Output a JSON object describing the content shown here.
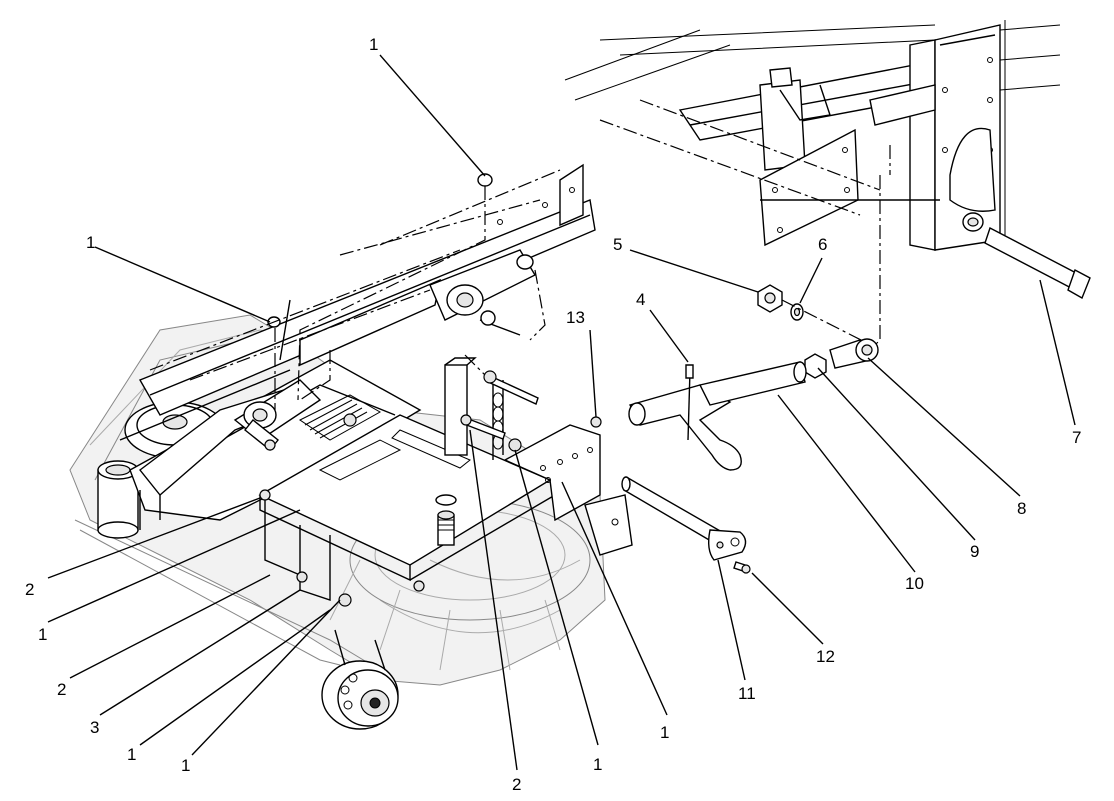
{
  "diagram": {
    "callouts": [
      {
        "id": "c1",
        "text": "1"
      },
      {
        "id": "c2",
        "text": "1"
      },
      {
        "id": "c3",
        "text": "2"
      },
      {
        "id": "c4",
        "text": "1"
      },
      {
        "id": "c5",
        "text": "2"
      },
      {
        "id": "c6",
        "text": "3"
      },
      {
        "id": "c7",
        "text": "1"
      },
      {
        "id": "c8",
        "text": "1"
      },
      {
        "id": "c9",
        "text": "2"
      },
      {
        "id": "c10",
        "text": "1"
      },
      {
        "id": "c11",
        "text": "1"
      },
      {
        "id": "c12",
        "text": "13"
      },
      {
        "id": "c13",
        "text": "4"
      },
      {
        "id": "c14",
        "text": "5"
      },
      {
        "id": "c15",
        "text": "6"
      },
      {
        "id": "c16",
        "text": "7"
      },
      {
        "id": "c17",
        "text": "8"
      },
      {
        "id": "c18",
        "text": "9"
      },
      {
        "id": "c19",
        "text": "10"
      },
      {
        "id": "c20",
        "text": "11"
      },
      {
        "id": "c21",
        "text": "12"
      }
    ]
  }
}
